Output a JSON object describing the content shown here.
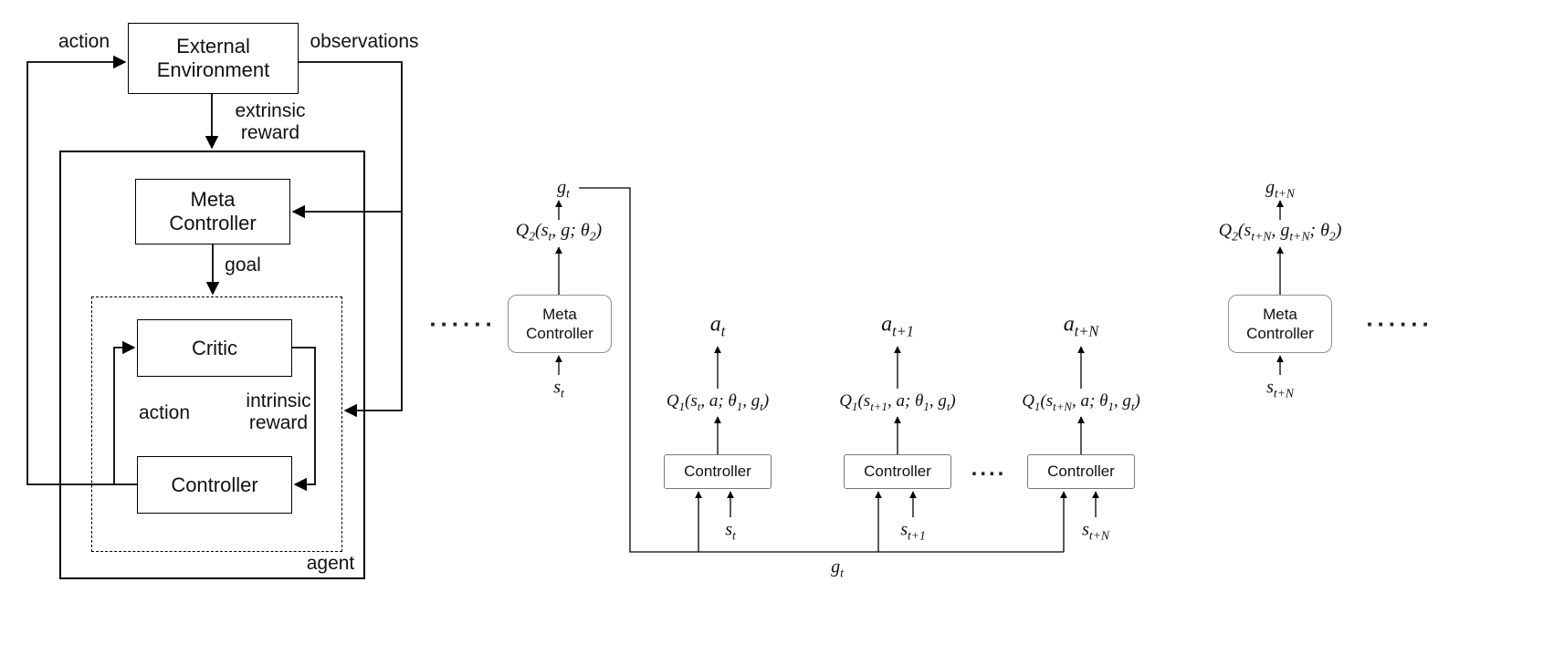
{
  "left": {
    "external_environment": "External Environment",
    "action_top": "action",
    "observations": "observations",
    "extrinsic_reward": "extrinsic reward",
    "meta_controller": "Meta Controller",
    "goal": "goal",
    "critic": "Critic",
    "action_inner": "action",
    "intrinsic_reward": "intrinsic reward",
    "controller": "Controller",
    "agent": "agent"
  },
  "right": {
    "dots_left": "......",
    "dots_mid": "....",
    "dots_right": "......",
    "meta1": {
      "label": "Meta Controller",
      "q": "Q_{2}(s_{t}, g; θ_{2})",
      "goal_out": "g_{t}",
      "state_in": "s_{t}"
    },
    "controllers": [
      {
        "label": "Controller",
        "q": "Q_{1}(s_{t}, a; θ_{1}, g_{t})",
        "action_out": "a_{t}",
        "state_in": "s_{t}"
      },
      {
        "label": "Controller",
        "q": "Q_{1}(s_{t+1}, a; θ_{1}, g_{t})",
        "action_out": "a_{t+1}",
        "state_in": "s_{t+1}"
      },
      {
        "label": "Controller",
        "q": "Q_{1}(s_{t+N}, a; θ_{1}, g_{t})",
        "action_out": "a_{t+N}",
        "state_in": "s_{t+N}"
      }
    ],
    "goal_bus": "g_{t}",
    "meta2": {
      "label": "Meta Controller",
      "q": "Q_{2}(s_{t+N}, g_{t+N}; θ_{2})",
      "goal_out": "g_{t+N}",
      "state_in": "s_{t+N}"
    }
  }
}
